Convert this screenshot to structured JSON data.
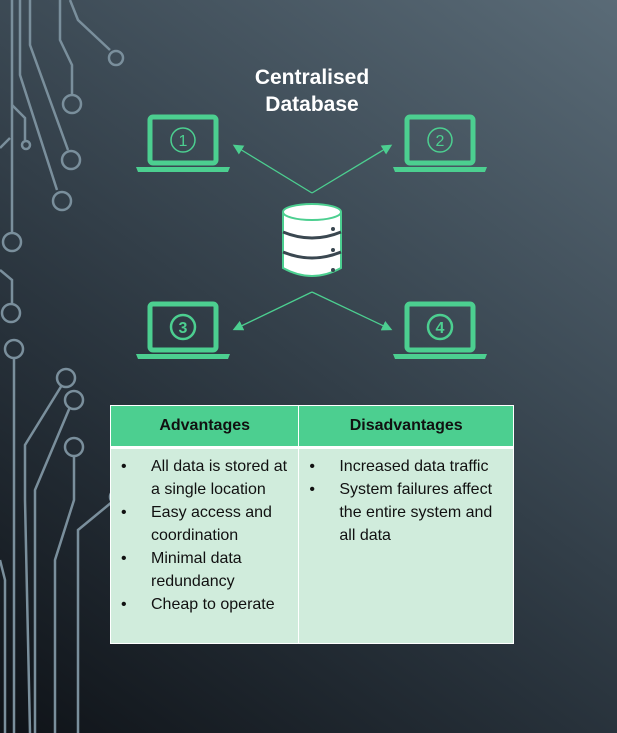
{
  "title": [
    "Centralised",
    "Database"
  ],
  "clients": [
    "1",
    "2",
    "3",
    "4"
  ],
  "colors": {
    "accent": "#4ccf90",
    "table_body": "#d0ecdc",
    "circuit": "#7a8f9c"
  },
  "table": {
    "headers": [
      "Advantages",
      "Disadvantages"
    ],
    "advantages": [
      "All data is stored at a single location",
      "Easy access and coordination",
      "Minimal data redundancy",
      "Cheap to operate"
    ],
    "disadvantages": [
      "Increased data traffic",
      "System failures affect the entire system and all data"
    ]
  }
}
